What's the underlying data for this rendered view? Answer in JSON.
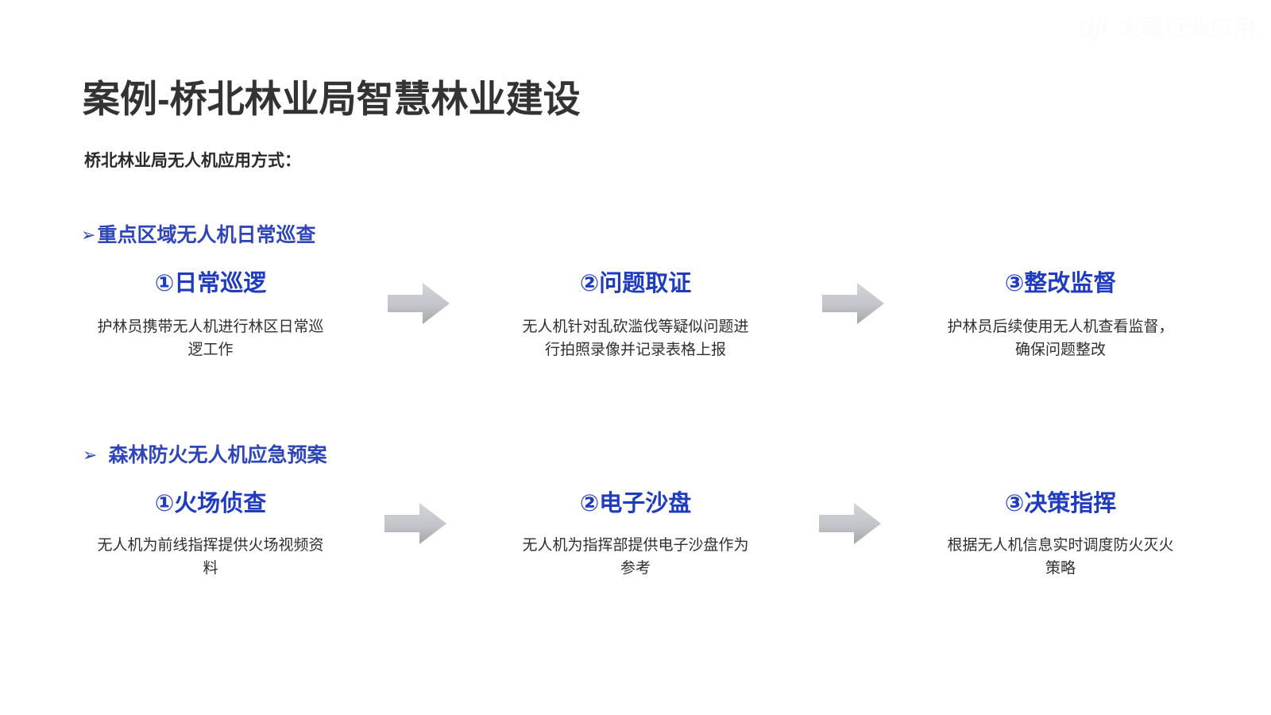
{
  "watermark": {
    "logo_text": "dji",
    "brand_text": "大疆行业应用"
  },
  "header": {
    "title": "案例-桥北林业局智慧林业建设",
    "subtitle": "桥北林业局无人机应用方式："
  },
  "colors": {
    "title_dark": "#333333",
    "section_blue": "#2f46b8",
    "step_blue": "#1f3cbf",
    "arrow_grey_light": "#cfd1d6",
    "arrow_grey_dark": "#a7a9ae",
    "background": "#ffffff",
    "watermark": "#fcfcfc"
  },
  "sections": [
    {
      "bullet": "➢",
      "label": "重点区域无人机日常巡查",
      "steps": [
        {
          "title": "①日常巡逻",
          "desc": "护林员携带无人机进行林区日常巡逻工作"
        },
        {
          "title": "②问题取证",
          "desc": "无人机针对乱砍滥伐等疑似问题进行拍照录像并记录表格上报"
        },
        {
          "title": "③整改监督",
          "desc": "护林员后续使用无人机查看监督，确保问题整改"
        }
      ],
      "arrows": [
        "arrow-right-icon",
        "arrow-right-icon"
      ]
    },
    {
      "bullet": "➢",
      "label": "森林防火无人机应急预案",
      "steps": [
        {
          "title": "①火场侦查",
          "desc": "无人机为前线指挥提供火场视频资料"
        },
        {
          "title": "②电子沙盘",
          "desc": "无人机为指挥部提供电子沙盘作为参考"
        },
        {
          "title": "③决策指挥",
          "desc": "根据无人机信息实时调度防火灭火策略"
        }
      ],
      "arrows": [
        "arrow-right-icon",
        "arrow-right-icon"
      ]
    }
  ]
}
